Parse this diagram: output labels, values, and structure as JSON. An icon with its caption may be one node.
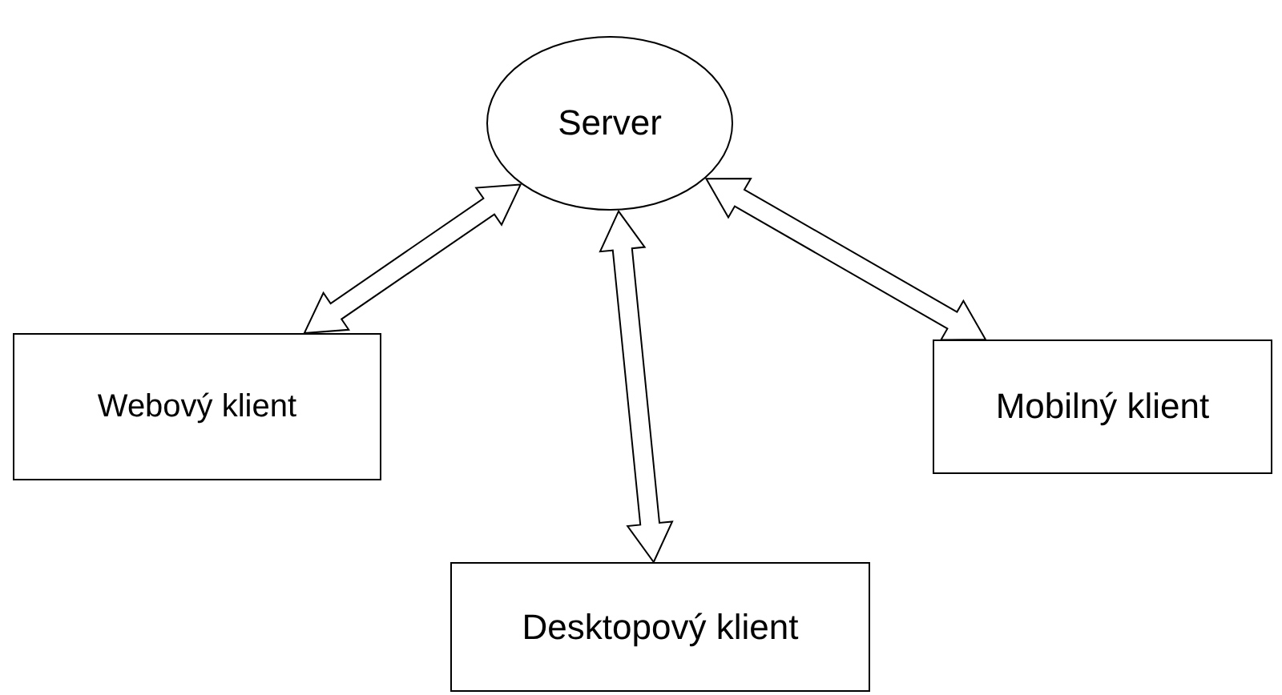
{
  "diagram": {
    "nodes": [
      {
        "text": [
          "Server"
        ]
      },
      {
        "text": [
          "Webový klient"
        ]
      },
      {
        "text": [
          "Desktopový klient"
        ]
      },
      {
        "text": [
          "Mobilný klient"
        ]
      }
    ],
    "edges": [
      {
        "from": 0,
        "to": 1,
        "arrow": "both"
      },
      {
        "from": 0,
        "to": 2,
        "arrow": "both"
      },
      {
        "from": 0,
        "to": 3,
        "arrow": "both"
      }
    ]
  }
}
